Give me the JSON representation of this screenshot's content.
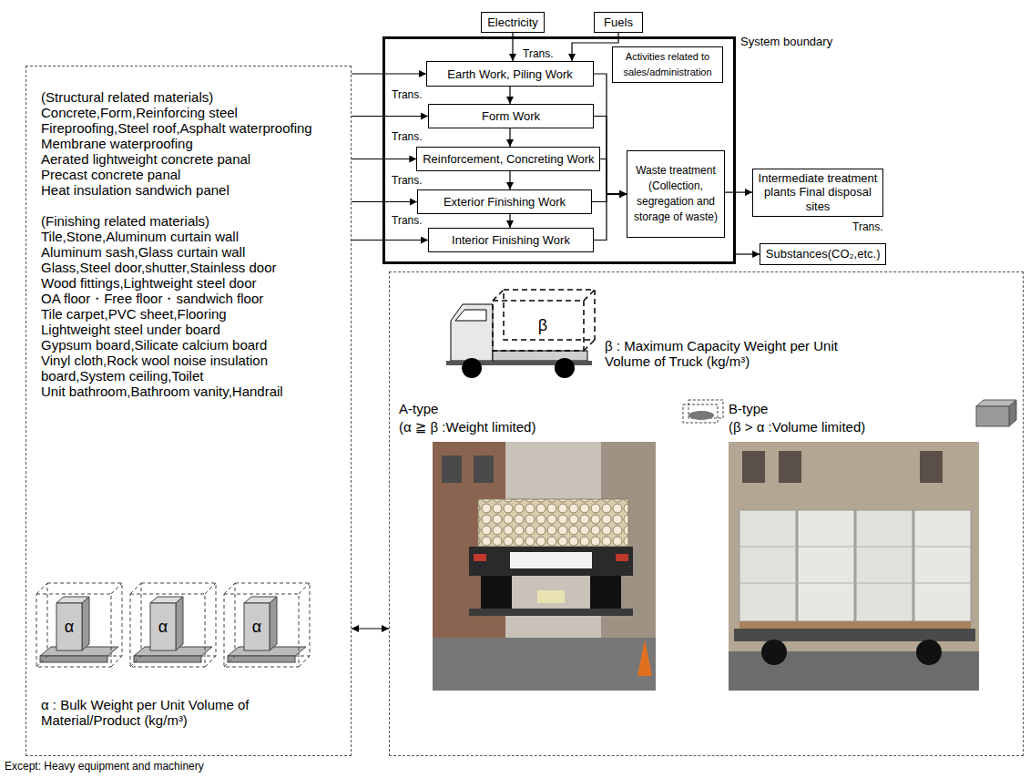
{
  "diagram": {
    "nodes": [
      {
        "text": [
          "(Structural related materials)",
          "Concrete,Form,Reinforcing steel",
          "Fireproofing,Steel roof,Asphalt waterproofing",
          "Membrane waterproofing",
          "Aerated lightweight concrete panal",
          "Precast concrete panal",
          "Heat insulation sandwich panel",
          "(Finishing related materials)",
          "Tile,Stone,Aluminum curtain wall",
          "Aluminum sash,Glass curtain wall",
          "Glass,Steel door,shutter,Stainless door",
          "Wood fittings,Lightweight steel door",
          "OA floor・Free floor・sandwich floor",
          "Tile carpet,PVC sheet,Flooring",
          "Lightweight steel under board",
          "Gypsum board,Silicate calcium board",
          "Vinyl cloth,Rock wool noise insulation board,System ceiling,Toilet",
          "Unit bathroom,Bathroom vanity,Handrail",
          "α : Bulk Weight per Unit Volume of Material/Product (kg/m³)"
        ]
      },
      {
        "text": [
          "Electricity"
        ]
      },
      {
        "text": [
          "Fuels"
        ]
      },
      {
        "text": [
          "System boundary"
        ]
      },
      {
        "text": [
          "Activities related to sales/administration"
        ],
        "in": 3
      },
      {
        "text": [
          "Earth Work, Piling Work"
        ],
        "in": 3
      },
      {
        "text": [
          "Form Work"
        ],
        "in": 3
      },
      {
        "text": [
          "Reinforcement, Concreting Work"
        ],
        "in": 3
      },
      {
        "text": [
          "Exterior Finishing Work"
        ],
        "in": 3
      },
      {
        "text": [
          "Interior Finishing Work"
        ],
        "in": 3
      },
      {
        "text": [
          "Waste treatment (Collection, segregation and storage of waste)"
        ],
        "in": 3
      },
      {
        "text": [
          "Intermediate treatment plants Final disposal sites"
        ]
      },
      {
        "text": [
          "Substances(CO₂,etc.)"
        ]
      },
      {
        "text": [
          "β : Maximum Capacity Weight per Unit Volume of Truck (kg/m³)",
          "A-type",
          "(α ≧ β :Weight limited)",
          "B-type",
          "(β > α :Volume limited)"
        ]
      }
    ],
    "edges": [
      {
        "from": 1,
        "to": 5,
        "arrow": "to"
      },
      {
        "from": 2,
        "to": 5,
        "label": "Trans.",
        "arrow": "to"
      },
      {
        "from": 5,
        "to": 6,
        "label": "Trans.",
        "arrow": "to"
      },
      {
        "from": 6,
        "to": 7,
        "label": "Trans.",
        "arrow": "to"
      },
      {
        "from": 7,
        "to": 8,
        "label": "Trans.",
        "arrow": "to"
      },
      {
        "from": 8,
        "to": 9,
        "label": "Trans.",
        "arrow": "to"
      },
      {
        "from": 0,
        "to": 5,
        "arrow": "to"
      },
      {
        "from": 0,
        "to": 6,
        "arrow": "to"
      },
      {
        "from": 0,
        "to": 7,
        "arrow": "to"
      },
      {
        "from": 0,
        "to": 8,
        "arrow": "to"
      },
      {
        "from": 0,
        "to": 9,
        "arrow": "to"
      },
      {
        "from": 5,
        "to": 10,
        "arrow": "to"
      },
      {
        "from": 6,
        "to": 10,
        "arrow": "to"
      },
      {
        "from": 7,
        "to": 10,
        "arrow": "to"
      },
      {
        "from": 8,
        "to": 10,
        "arrow": "to"
      },
      {
        "from": 9,
        "to": 10,
        "arrow": "to"
      },
      {
        "from": 10,
        "to": 11,
        "label": "Trans.",
        "arrow": "to"
      },
      {
        "from": 3,
        "to": 12,
        "arrow": "to"
      },
      {
        "from": 0,
        "to": 13,
        "arrow": "both"
      }
    ],
    "labels": [
      "β",
      "α",
      "α",
      "α",
      "Except: Heavy equipment and machinery"
    ]
  }
}
